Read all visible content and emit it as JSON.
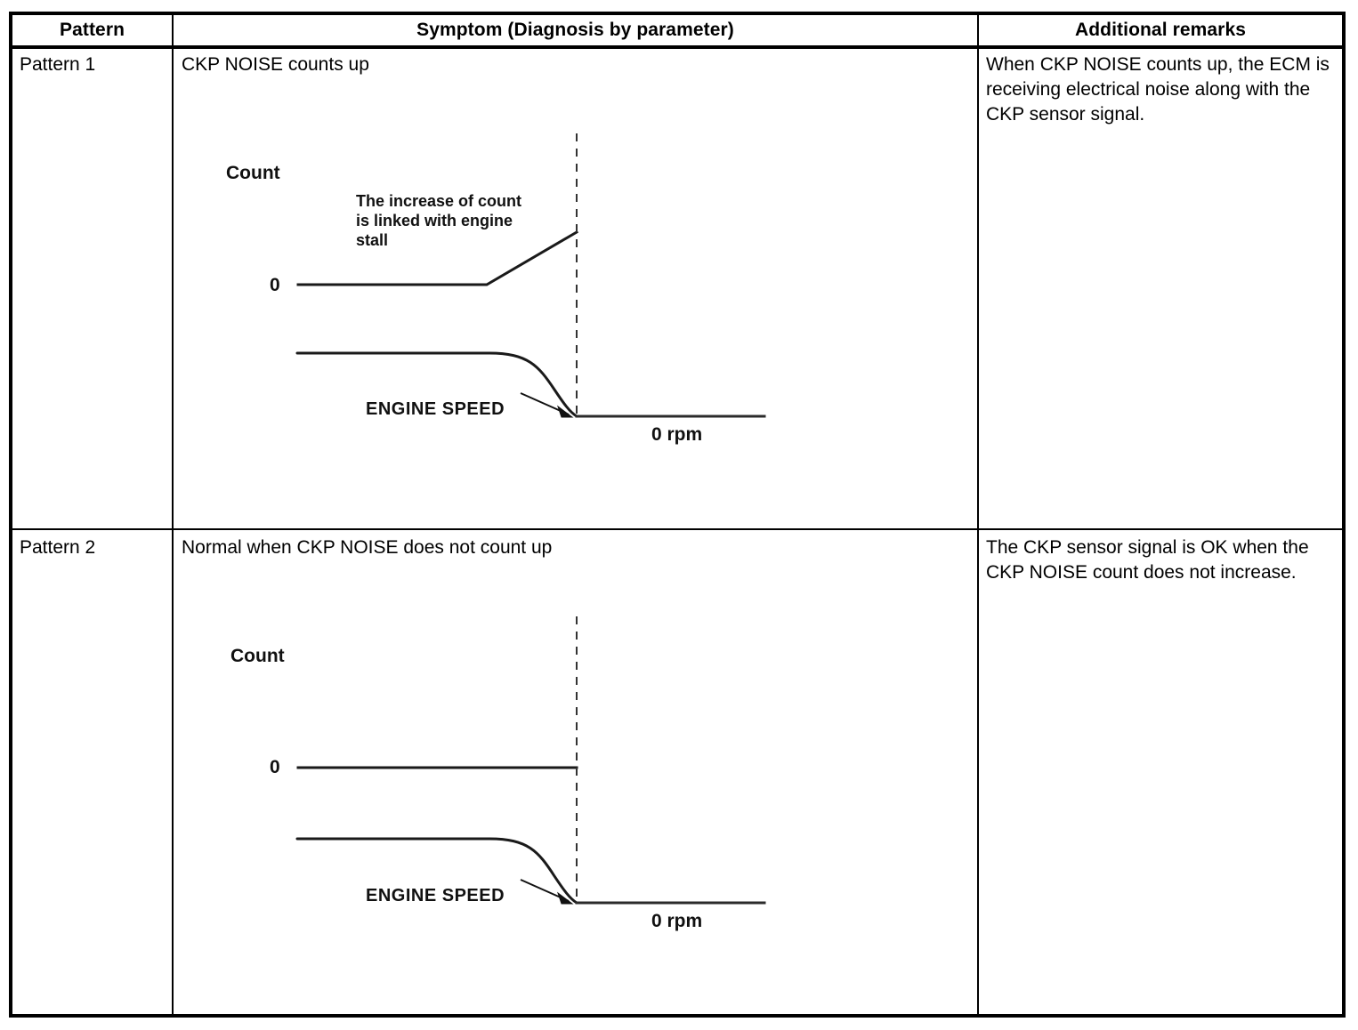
{
  "table": {
    "columns": [
      {
        "key": "pattern",
        "label": "Pattern"
      },
      {
        "key": "symptom",
        "label": "Symptom (Diagnosis by parameter)"
      },
      {
        "key": "remarks",
        "label": "Additional remarks"
      }
    ],
    "rows": [
      {
        "pattern": "Pattern 1",
        "symptom": "CKP NOISE counts up",
        "remarks": "When CKP NOISE counts up, the ECM is receiving electrical noise along with the CKP sensor signal."
      },
      {
        "pattern": "Pattern 2",
        "symptom": "Normal when CKP NOISE does not count up",
        "remarks": "The CKP sensor signal is OK when the CKP NOISE count does not increase."
      }
    ]
  },
  "chart_data": [
    {
      "id": "pattern-1-chart",
      "type": "line",
      "title": "CKP NOISE counts up",
      "ylabel": "Count",
      "xlabel": "",
      "grid": false,
      "legend": "none",
      "annotations": [
        {
          "name": "count-axis-label",
          "text": "Count"
        },
        {
          "name": "count-zero-tick",
          "text": "0"
        },
        {
          "name": "increase-note",
          "text": "The increase of count is linked with engine stall"
        },
        {
          "name": "engine-speed-label",
          "text": "ENGINE SPEED"
        },
        {
          "name": "zero-rpm-label",
          "text": "0 rpm"
        },
        {
          "name": "stall-event-marker",
          "text": ""
        }
      ],
      "series": [
        {
          "name": "CKP NOISE count",
          "x": [
            0,
            48,
            71
          ],
          "values": [
            0,
            0,
            13
          ],
          "note": "Flat at 0, then ramps up until the engine-stall instant"
        },
        {
          "name": "ENGINE SPEED",
          "x": [
            0,
            51,
            60,
            66,
            71,
            100
          ],
          "values": [
            29,
            29,
            26,
            14,
            0,
            0
          ],
          "note": "Steady speed, drops to 0 rpm at the stall instant"
        }
      ]
    },
    {
      "id": "pattern-2-chart",
      "type": "line",
      "title": "Normal when CKP NOISE does not count up",
      "ylabel": "Count",
      "xlabel": "",
      "grid": false,
      "legend": "none",
      "annotations": [
        {
          "name": "count-axis-label",
          "text": "Count"
        },
        {
          "name": "count-zero-tick",
          "text": "0"
        },
        {
          "name": "engine-speed-label",
          "text": "ENGINE SPEED"
        },
        {
          "name": "zero-rpm-label",
          "text": "0 rpm"
        },
        {
          "name": "stall-event-marker",
          "text": ""
        }
      ],
      "series": [
        {
          "name": "CKP NOISE count",
          "x": [
            0,
            71
          ],
          "values": [
            0,
            0
          ],
          "note": "Remains flat at 0 through the engine stall"
        },
        {
          "name": "ENGINE SPEED",
          "x": [
            0,
            51,
            60,
            66,
            71,
            100
          ],
          "values": [
            29,
            29,
            26,
            14,
            0,
            0
          ],
          "note": "Steady speed, drops to 0 rpm at the stall instant"
        }
      ]
    }
  ],
  "colors": {
    "ink": "#000000",
    "paper": "#ffffff",
    "trace": "#1a1a1a",
    "dashed_marker": "#333333"
  }
}
